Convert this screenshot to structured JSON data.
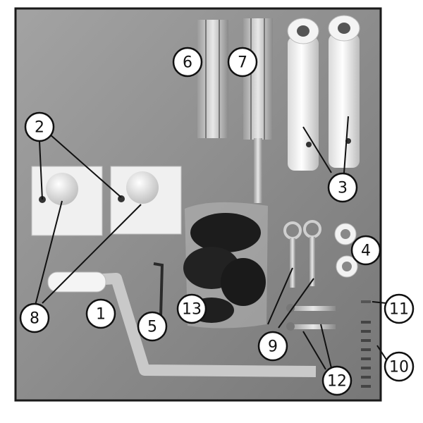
{
  "colors": {
    "background_top": "#9a9a9a",
    "background_bottom": "#7a7a7a",
    "frame": "#1a1a1a",
    "part_white": "#f2f2f2",
    "part_metal": "#c8c8c8",
    "bag_dark": "#1c1c1c"
  },
  "callouts": [
    {
      "id": "c6",
      "text": "6"
    },
    {
      "id": "c7",
      "text": "7"
    },
    {
      "id": "c2",
      "text": "2"
    },
    {
      "id": "c3",
      "text": "3"
    },
    {
      "id": "c4",
      "text": "4"
    },
    {
      "id": "c11",
      "text": "11"
    },
    {
      "id": "c1",
      "text": "1"
    },
    {
      "id": "c8",
      "text": "8"
    },
    {
      "id": "c5",
      "text": "5"
    },
    {
      "id": "c13",
      "text": "13"
    },
    {
      "id": "c9",
      "text": "9"
    },
    {
      "id": "c10",
      "text": "10"
    },
    {
      "id": "c12",
      "text": "12"
    }
  ]
}
